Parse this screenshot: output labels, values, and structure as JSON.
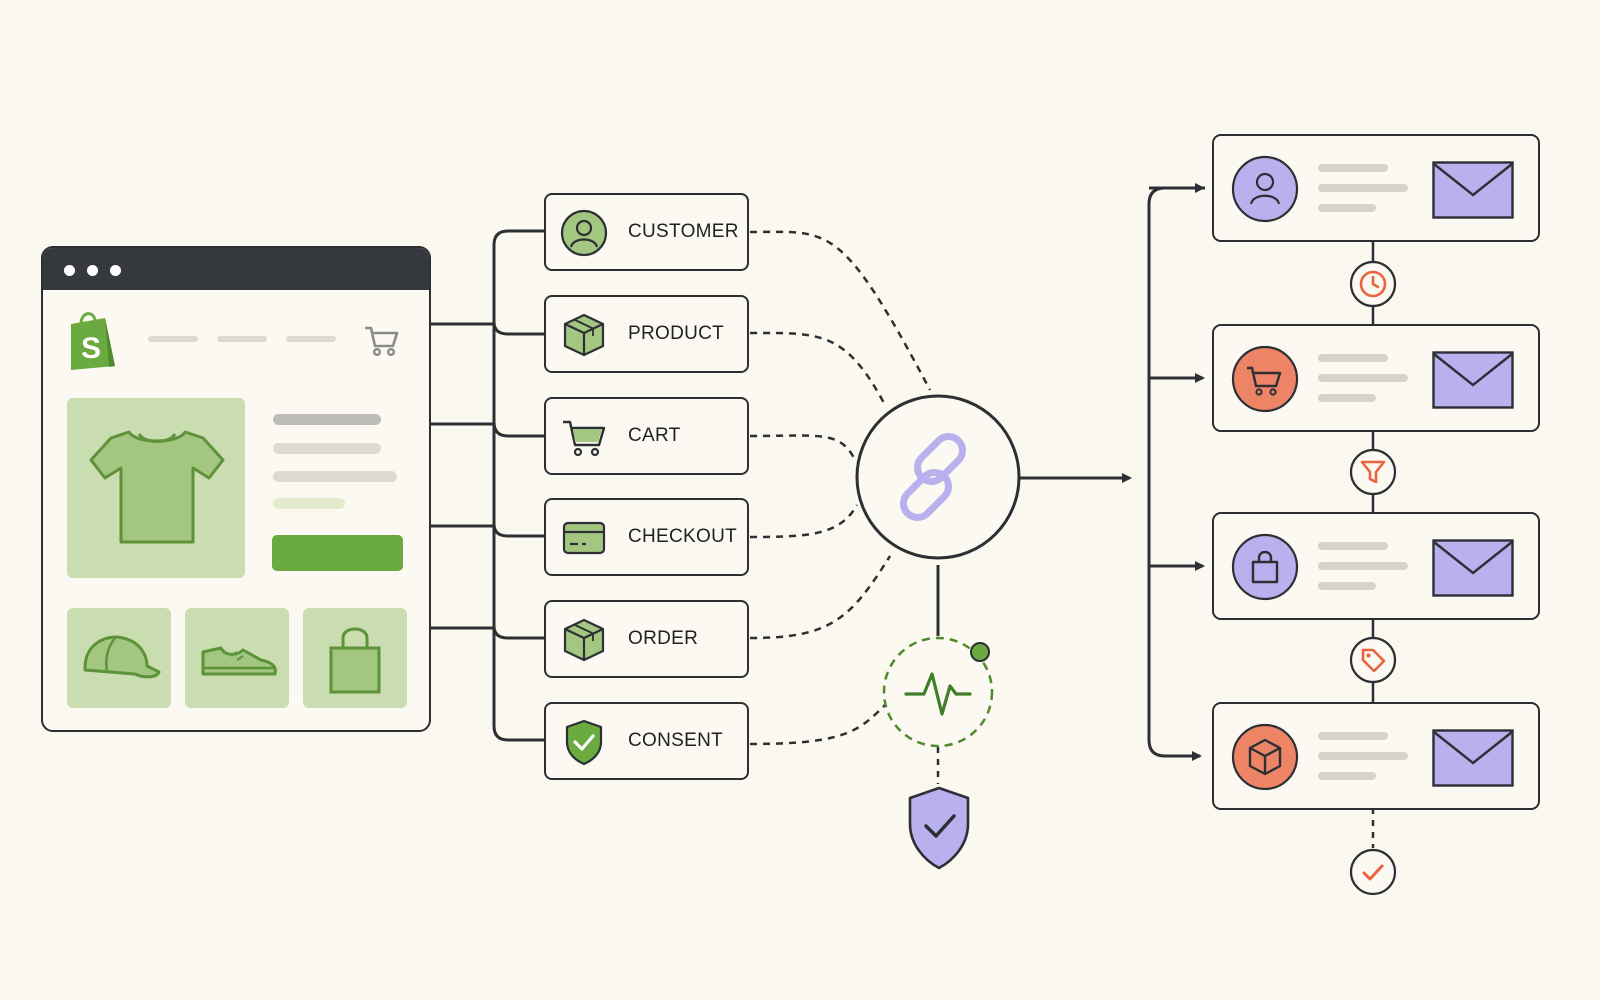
{
  "events": [
    {
      "label": "CUSTOMER",
      "icon": "person-icon"
    },
    {
      "label": "PRODUCT",
      "icon": "package-icon"
    },
    {
      "label": "CART",
      "icon": "cart-icon"
    },
    {
      "label": "CHECKOUT",
      "icon": "credit-card-icon"
    },
    {
      "label": "ORDER",
      "icon": "box-icon"
    },
    {
      "label": "CONSENT",
      "icon": "shield-check-icon"
    }
  ],
  "storefront": {
    "logo": "S",
    "products": [
      "tshirt-icon",
      "cap-icon",
      "sneaker-icon",
      "bag-icon"
    ]
  },
  "hub": {
    "icon": "link-icon"
  },
  "monitor": {
    "icon": "pulse-icon",
    "security_icon": "shield-check-icon"
  },
  "flows": [
    {
      "avatar": "person-icon",
      "mail": "envelope-icon"
    },
    {
      "avatar": "cart-icon",
      "mail": "envelope-icon"
    },
    {
      "avatar": "bag-icon",
      "mail": "envelope-icon"
    },
    {
      "avatar": "box-icon",
      "mail": "envelope-icon"
    }
  ],
  "flow_steps": [
    "clock-icon",
    "filter-icon",
    "tag-icon",
    "check-icon"
  ],
  "colors": {
    "background": "#fbf8ef",
    "outline": "#2c2f33",
    "shopify_green": "#6aaa3f",
    "light_green": "#c9ddb1",
    "purple": "#b9b0ee",
    "coral": "#ee8466",
    "accent_red": "#e9643e"
  }
}
